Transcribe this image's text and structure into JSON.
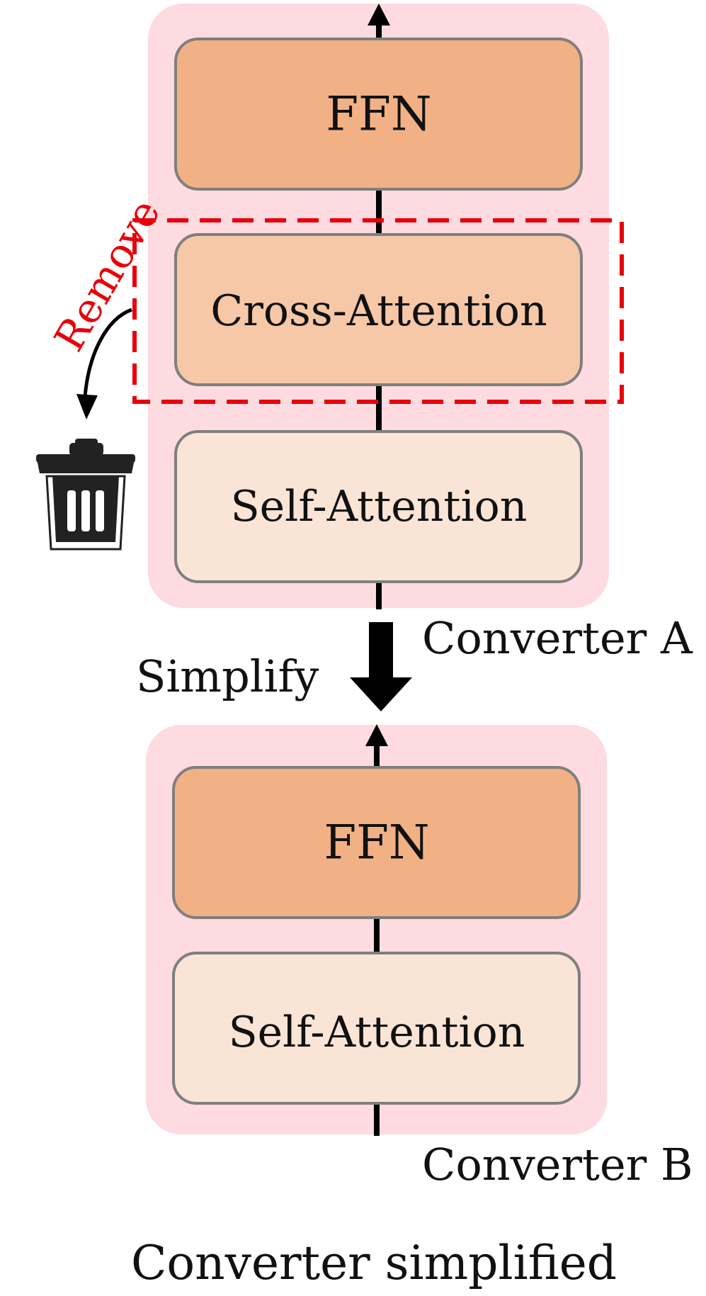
{
  "converter_a": {
    "label": "Converter A",
    "blocks": {
      "ffn": "FFN",
      "cross_attention": "Cross-Attention",
      "self_attention": "Self-Attention"
    }
  },
  "converter_b": {
    "label": "Converter B",
    "blocks": {
      "ffn": "FFN",
      "self_attention": "Self-Attention"
    }
  },
  "annotations": {
    "remove": "Remove",
    "simplify": "Simplify"
  },
  "caption": "Converter simplified",
  "colors": {
    "container_bg": "#fddbe0",
    "ffn_fill": "#f2b185",
    "cross_attention_fill": "#f6c8a8",
    "self_attention_fill": "#fae4d6",
    "block_stroke": "#7f7f7f",
    "remove_red": "#e8000b",
    "line": "#000000"
  },
  "icons": {
    "trash": "trash-can-icon"
  }
}
